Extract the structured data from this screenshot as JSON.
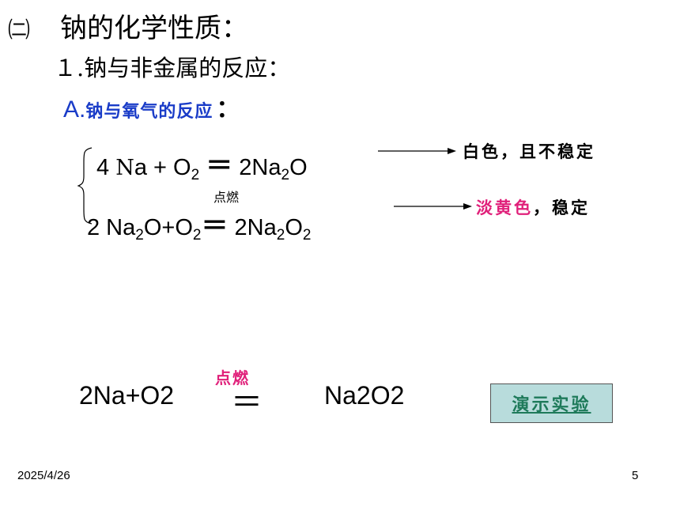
{
  "section": {
    "number": "㈡",
    "title": "钠的化学性质："
  },
  "subsection": {
    "title": "１.钠与非金属的反应："
  },
  "subheading": {
    "letter": "A.",
    "text": "钠与氧气的反应",
    "colon": "："
  },
  "reaction1": {
    "coef": "4",
    "n": "N",
    "rest": "a + O",
    "sub1": "2",
    "sign": "＝",
    "product": "2Na",
    "sub2": "2",
    "tail": "O"
  },
  "reaction2": {
    "condition": "点燃",
    "lhs_a": "2 Na",
    "lhs_sub_a": "2",
    "lhs_b": "O+O",
    "lhs_sub_b": "2",
    "sign": "＝",
    "rhs_a": "2Na",
    "rhs_sub_a": "2",
    "rhs_b": "O",
    "rhs_sub_b": "2"
  },
  "labels": {
    "label1": "白色，且不稳定",
    "label2_colored": "淡黄色",
    "label2_rest": "，稳定"
  },
  "reaction3": {
    "lhs": "2Na+O2",
    "condition": "点燃",
    "sign": "＝",
    "rhs": "Na2O2"
  },
  "demo_button": {
    "label": "演示实验"
  },
  "footer": {
    "date": "2025/4/26",
    "page": "5"
  },
  "colors": {
    "heading_blue": "#1a3cc8",
    "highlight_pink": "#e0207a",
    "button_bg": "#b8dcdc",
    "button_text": "#1e7a5a"
  }
}
